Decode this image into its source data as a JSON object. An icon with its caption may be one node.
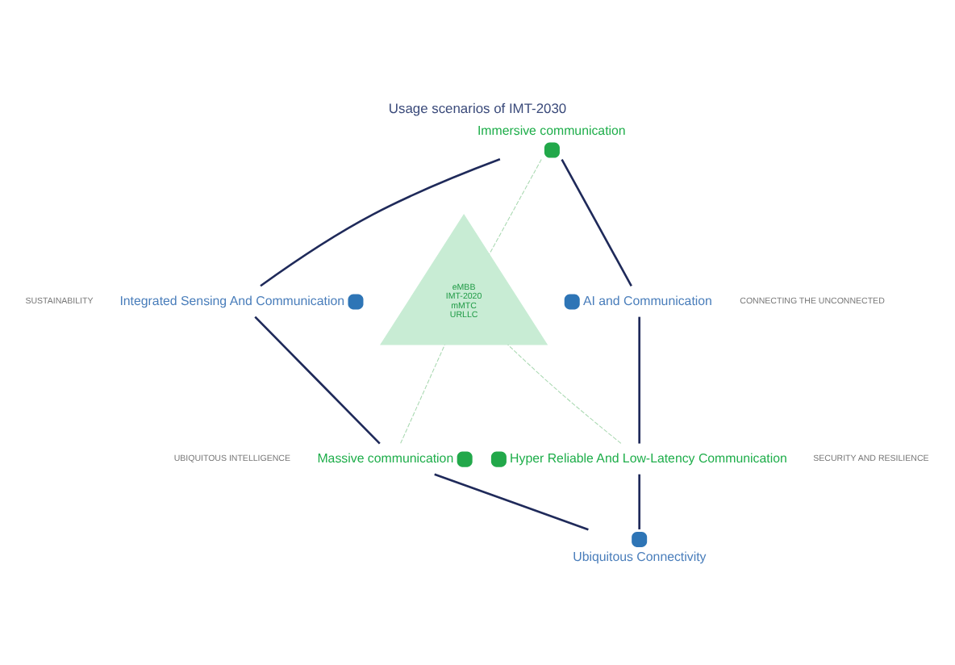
{
  "diagram": {
    "title": "Usage scenarios of IMT-2030",
    "nodes": [
      {
        "text": [
          "Immersive communication"
        ]
      },
      {
        "text": [
          "AI and Communication"
        ]
      },
      {
        "text": [
          "Hyper Reliable And Low-Latency Communication"
        ]
      },
      {
        "text": [
          "Ubiquitous Connectivity"
        ]
      },
      {
        "text": [
          "Massive communication"
        ]
      },
      {
        "text": [
          "Integrated Sensing And Communication"
        ]
      },
      {
        "text": [
          "eMBB",
          "IMT-2020",
          "mMTC",
          "URLLC"
        ]
      }
    ],
    "edges": [
      {
        "from": 0,
        "to": 1,
        "arrow": "none"
      },
      {
        "from": 1,
        "to": 2,
        "arrow": "none"
      },
      {
        "from": 2,
        "to": 3,
        "arrow": "none"
      },
      {
        "from": 3,
        "to": 4,
        "arrow": "none"
      },
      {
        "from": 4,
        "to": 5,
        "arrow": "none"
      },
      {
        "from": 5,
        "to": 0,
        "arrow": "none"
      },
      {
        "from": 0,
        "to": 6,
        "arrow": "none",
        "style": "dashed",
        "color": "#a8d8b0"
      },
      {
        "from": 4,
        "to": 6,
        "arrow": "none",
        "style": "dashed",
        "color": "#a8d8b0"
      },
      {
        "from": 2,
        "to": 6,
        "arrow": "none",
        "style": "dashed",
        "color": "#a8d8b0"
      }
    ],
    "labels": [
      "SUSTAINABILITY",
      "CONNECTING THE UNCONNECTED",
      "UBIQUITOUS INTELLIGENCE",
      "SECURITY AND RESILIENCE"
    ]
  }
}
